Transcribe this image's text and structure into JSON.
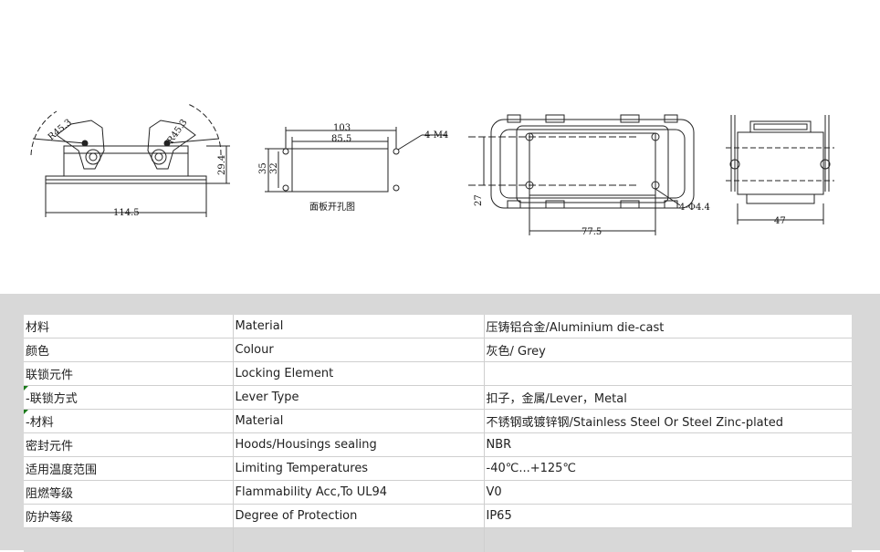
{
  "drawings": {
    "side_view": {
      "r_left": "R45.3",
      "r_right": "R45.3",
      "height": "29.4",
      "width": "114.5"
    },
    "cutout": {
      "outer": "103",
      "inner": "85.5",
      "hole": "4-M4",
      "h_outer": "35",
      "h_inner": "32",
      "caption": "面板开孔图"
    },
    "top_view": {
      "height": "27",
      "holes": "4-Φ4.4",
      "width": "77.5"
    },
    "end_view": {
      "width": "47"
    }
  },
  "specs": [
    {
      "cn": "材料",
      "en": "Material",
      "value": "压铸铝合金/Aluminium die-cast",
      "marker": false
    },
    {
      "cn": "颜色",
      "en": "Colour",
      "value": "灰色/ Grey",
      "marker": false
    },
    {
      "cn": "联锁元件",
      "en": "Locking Element",
      "value": "",
      "marker": false
    },
    {
      "cn": " -联锁方式",
      "en": "Lever Type",
      "value": "扣子，金属/Lever，Metal",
      "marker": true
    },
    {
      "cn": " -材料",
      "en": "Material",
      "value": "不锈钢或镀锌钢/Stainless Steel Or Steel Zinc-plated",
      "marker": true
    },
    {
      "cn": "密封元件",
      "en": "Hoods/Housings sealing",
      "value": "NBR",
      "marker": false
    },
    {
      "cn": "适用温度范围",
      "en": "Limiting Temperatures",
      "value": "-40℃...+125℃",
      "marker": false
    },
    {
      "cn": "阻燃等级",
      "en": "Flammability Acc,To UL94",
      "value": "V0",
      "marker": false
    },
    {
      "cn": "防护等级",
      "en": "Degree of Protection",
      "value": "IP65",
      "marker": false
    }
  ]
}
